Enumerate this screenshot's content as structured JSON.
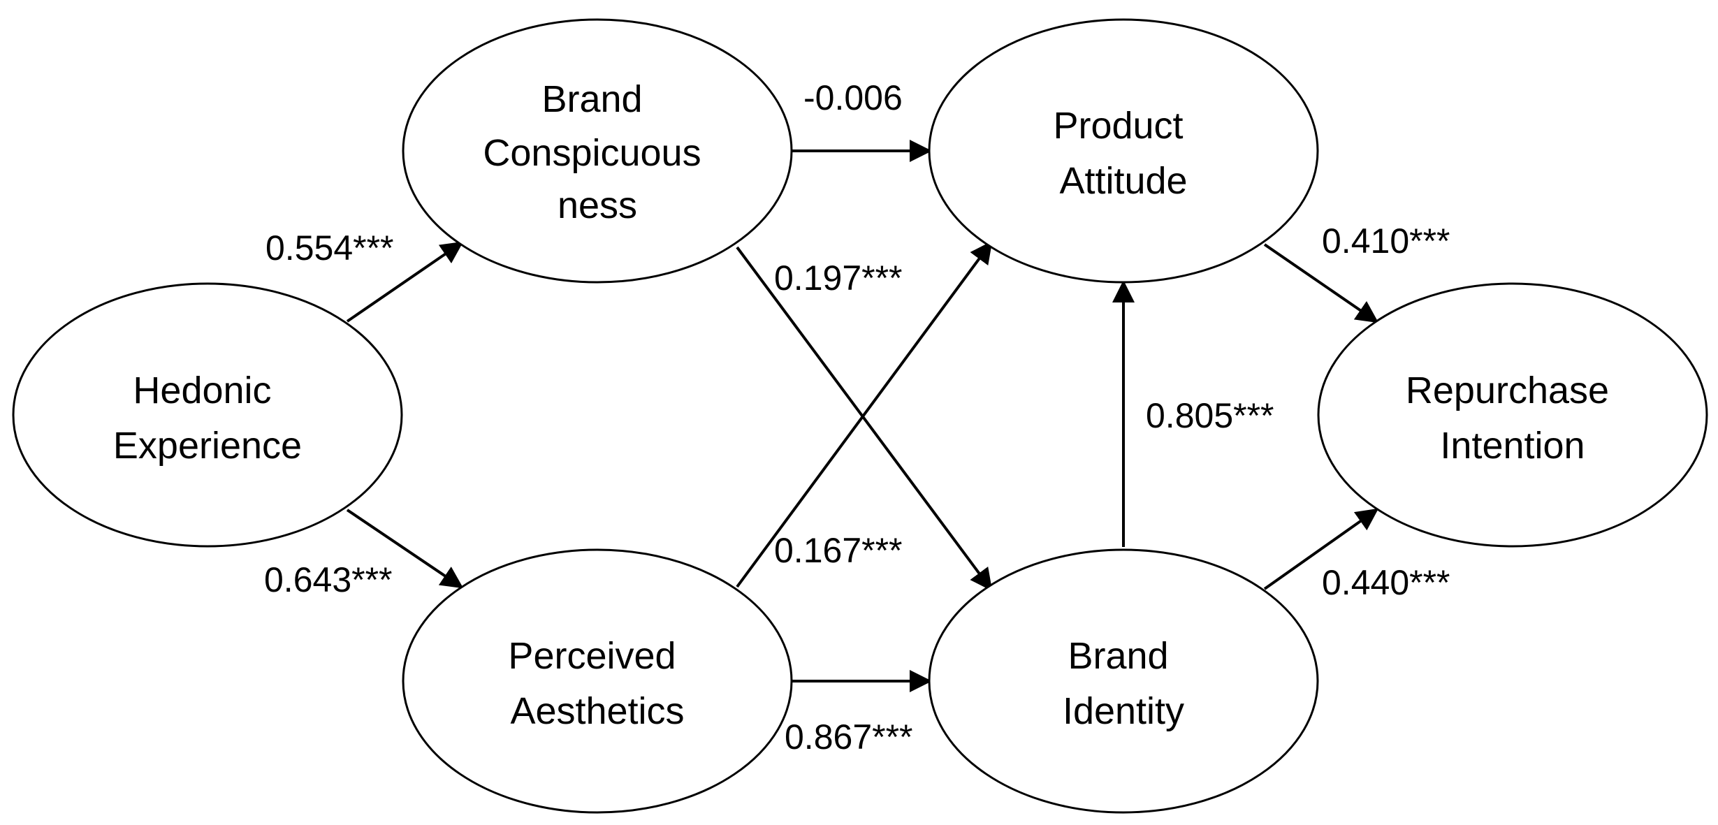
{
  "nodes": {
    "hedonic": {
      "lines": [
        "Hedonic",
        "Experience"
      ]
    },
    "conspicuous": {
      "lines": [
        "Brand",
        "Conspicuous",
        "ness"
      ]
    },
    "aesthetics": {
      "lines": [
        "Perceived",
        "Aesthetics"
      ]
    },
    "attitude": {
      "lines": [
        "Product",
        "Attitude"
      ]
    },
    "identity": {
      "lines": [
        "Brand",
        "Identity"
      ]
    },
    "repurchase": {
      "lines": [
        "Repurchase",
        "Intention"
      ]
    }
  },
  "edges": {
    "he_bc": {
      "from": "Hedonic Experience",
      "to": "Brand Conspicuousness",
      "label": "0.554***"
    },
    "he_pa": {
      "from": "Hedonic Experience",
      "to": "Perceived Aesthetics",
      "label": "0.643***"
    },
    "bc_pat": {
      "from": "Brand Conspicuousness",
      "to": "Product Attitude",
      "label": "-0.006"
    },
    "bc_bi": {
      "from": "Brand Conspicuousness",
      "to": "Brand Identity",
      "label": "0.197***"
    },
    "pa_pat": {
      "from": "Perceived Aesthetics",
      "to": "Product Attitude",
      "label": "0.167***"
    },
    "pa_bi": {
      "from": "Perceived Aesthetics",
      "to": "Brand Identity",
      "label": "0.867***"
    },
    "bi_pat": {
      "from": "Brand Identity",
      "to": "Product Attitude",
      "label": "0.805***"
    },
    "pat_ri": {
      "from": "Product Attitude",
      "to": "Repurchase Intention",
      "label": "0.410***"
    },
    "bi_ri": {
      "from": "Brand Identity",
      "to": "Repurchase Intention",
      "label": "0.440***"
    }
  },
  "colors": {
    "stroke": "#000000",
    "fill": "#ffffff",
    "text": "#000000"
  }
}
